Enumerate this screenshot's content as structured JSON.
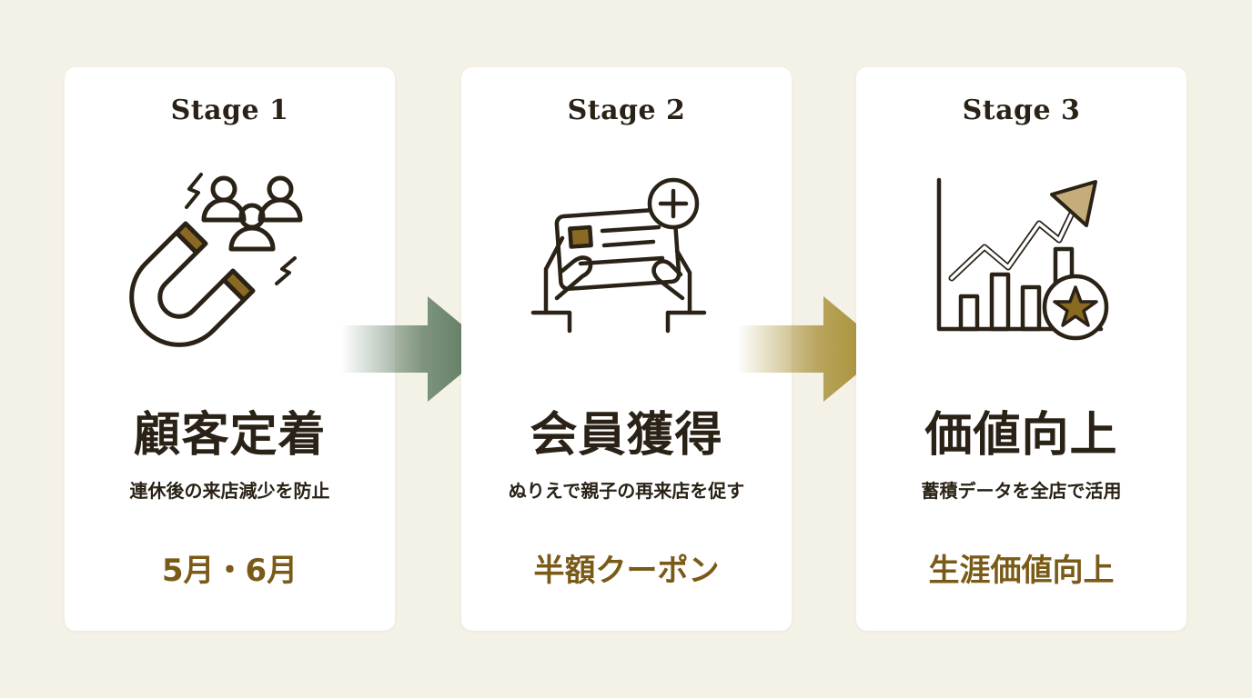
{
  "stages": [
    {
      "label": "Stage 1",
      "title": "顧客定着",
      "description": "連休後の来店減少を防止",
      "highlight": "5月・6月",
      "icon": "magnet-attracting-people-icon"
    },
    {
      "label": "Stage 2",
      "title": "会員獲得",
      "description": "ぬりえで親子の再来店を促す",
      "highlight": "半額クーポン",
      "icon": "hands-holding-card-plus-icon"
    },
    {
      "label": "Stage 3",
      "title": "価値向上",
      "description": "蓄積データを全店で活用",
      "highlight": "生涯価値向上",
      "icon": "growth-chart-star-icon"
    }
  ],
  "colors": {
    "background": "#f4f1e7",
    "card": "#ffffff",
    "text": "#2a2216",
    "accent": "#7a5a17",
    "icon_fill": "#8a6a22",
    "icon_fill_light": "#c4ad7a",
    "arrow_1": "#56745a",
    "arrow_2": "#a38a2c"
  }
}
